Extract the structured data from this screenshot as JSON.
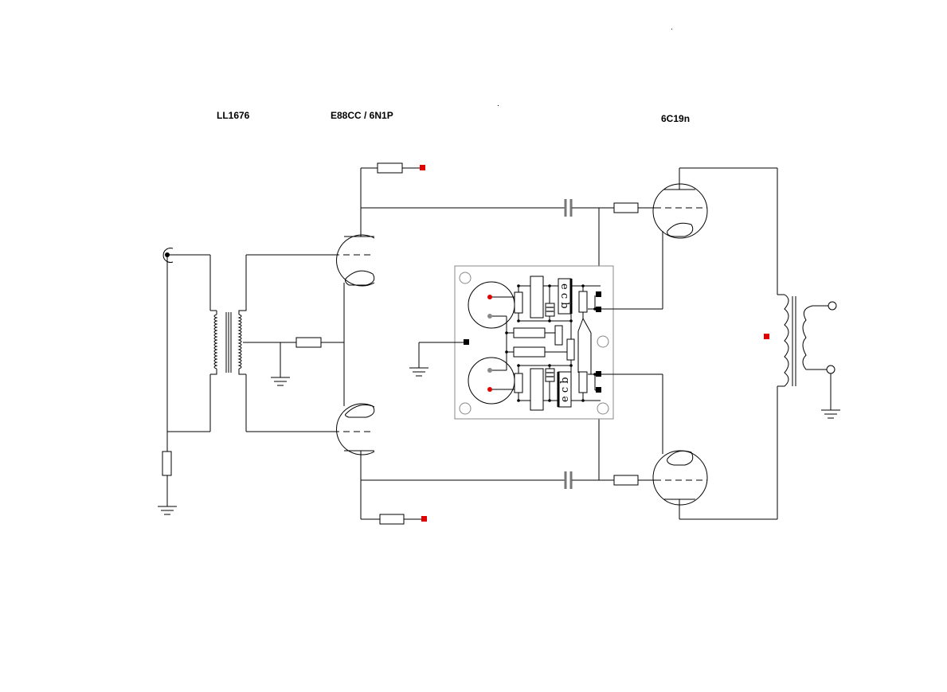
{
  "labels": {
    "input_transformer": "LL1676",
    "driver_tube": "E88CC / 6N1P",
    "output_tube": "6C19n",
    "pcb_top_pins": "e c b",
    "pcb_bottom_pins": "e c b"
  },
  "colors": {
    "wire": "#000000",
    "supply_terminal": "#e00000",
    "pcb_outline": "#888888"
  },
  "icons": [
    "rca-input-jack-icon",
    "ground-icon",
    "transformer-icon",
    "triode-tube-icon",
    "capacitor-icon",
    "resistor-icon",
    "output-transformer-icon",
    "output-terminal-icon"
  ]
}
